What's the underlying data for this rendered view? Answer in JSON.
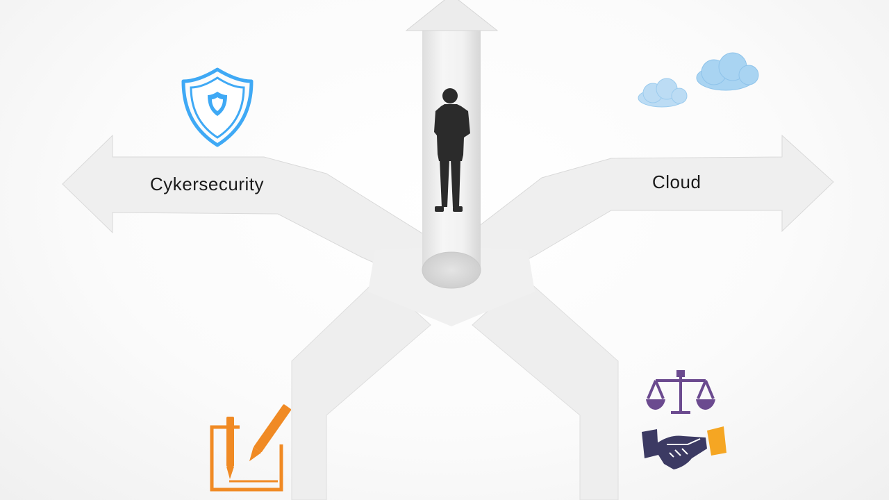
{
  "diagram": {
    "left_branch": {
      "label": "Cykersecurity",
      "icon": "shield-icon",
      "icon_color": "#3fa9f5"
    },
    "right_branch": {
      "label": "Cloud",
      "icon": "cloud-icon",
      "icon_color": "#a9d4f2"
    },
    "lower_left_branch": {
      "label": "",
      "icon": "pen-and-paper-icon",
      "icon_color": "#f08a24"
    },
    "lower_right_branch": {
      "label": "",
      "icon": "scales-and-handshake-icon",
      "icon_color": "#6b4a8f"
    },
    "center": {
      "figure": "person-silhouette",
      "figure_color": "#2b2b2b"
    },
    "colors": {
      "arrow_fill": "#efefef",
      "arrow_edge": "#d8d8d8"
    }
  }
}
